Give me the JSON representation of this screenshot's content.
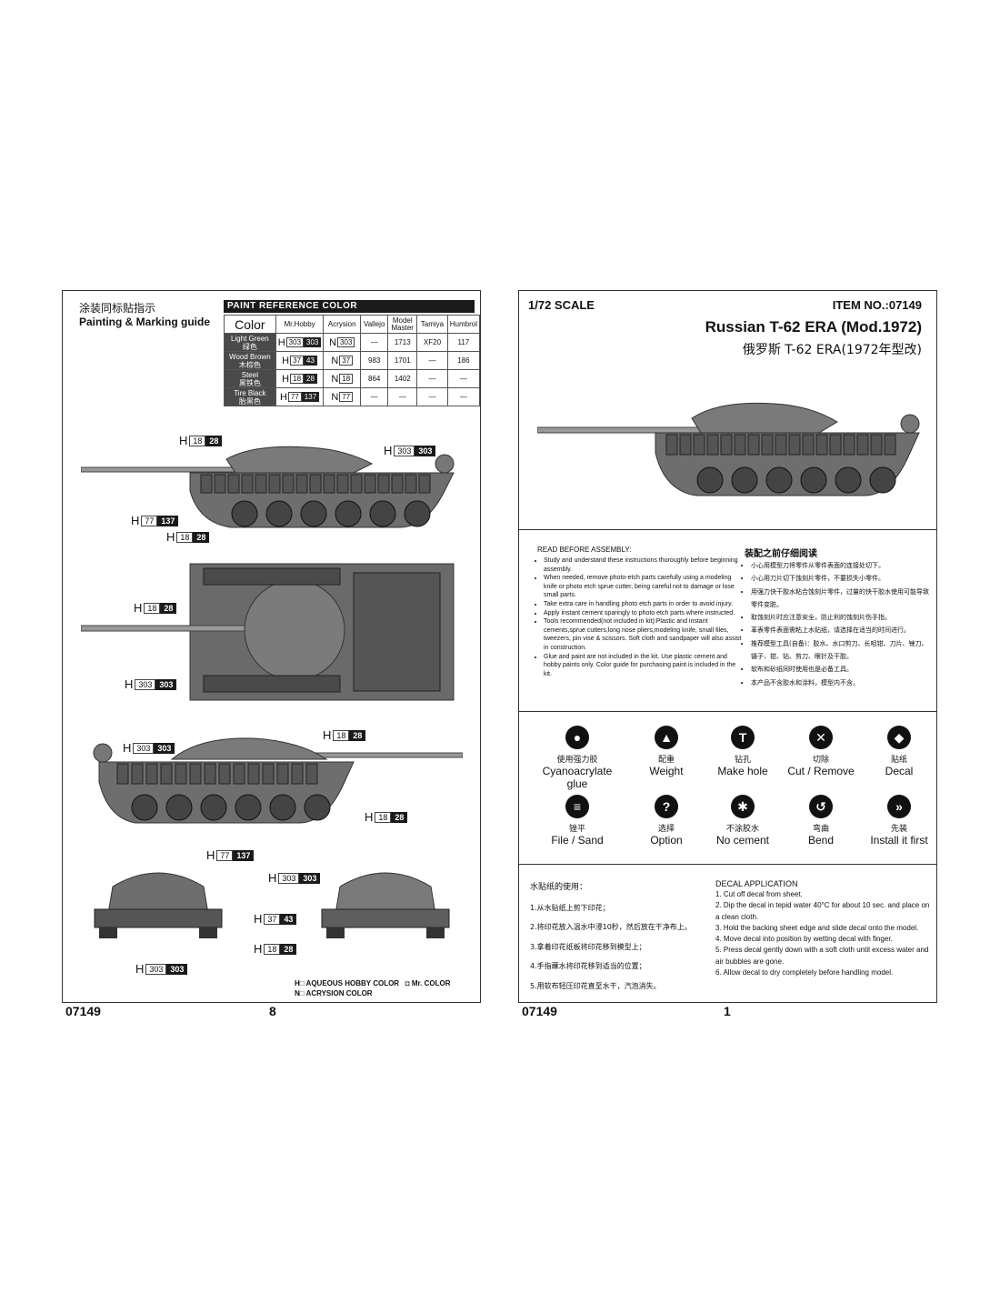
{
  "left_page": {
    "title_cn": "涂装同标贴指示",
    "title_en": "Painting & Marking guide",
    "paint_table": {
      "title": "PAINT REFERENCE COLOR",
      "headers": [
        "Color",
        "Mr.Hobby",
        "Acrysion",
        "Vallejo",
        "Model Master",
        "Tamiya",
        "Humbrol"
      ],
      "rows": [
        {
          "name_en": "Light Green",
          "name_cn": "绿色",
          "hobby_h": "303",
          "hobby_n": "303",
          "acrysion": "303",
          "vallejo": "—",
          "model_master": "1713",
          "tamiya": "XF20",
          "humbrol": "117"
        },
        {
          "name_en": "Wood Brown",
          "name_cn": "木棕色",
          "hobby_h": "37",
          "hobby_n": "43",
          "acrysion": "37",
          "vallejo": "983",
          "model_master": "1701",
          "tamiya": "—",
          "humbrol": "186"
        },
        {
          "name_en": "Steel",
          "name_cn": "黑铁色",
          "hobby_h": "18",
          "hobby_n": "28",
          "acrysion": "18",
          "vallejo": "864",
          "model_master": "1402",
          "tamiya": "—",
          "humbrol": "—"
        },
        {
          "name_en": "Tire Black",
          "name_cn": "胎黑色",
          "hobby_h": "77",
          "hobby_n": "137",
          "acrysion": "77",
          "vallejo": "—",
          "model_master": "—",
          "tamiya": "—",
          "humbrol": "—"
        }
      ]
    },
    "callouts": [
      {
        "a": "18",
        "b": "28"
      },
      {
        "a": "303",
        "b": "303"
      },
      {
        "a": "77",
        "b": "137"
      },
      {
        "a": "18",
        "b": "28"
      },
      {
        "a": "18",
        "b": "28"
      },
      {
        "a": "303",
        "b": "303"
      },
      {
        "a": "18",
        "b": "28"
      },
      {
        "a": "303",
        "b": "303"
      },
      {
        "a": "18",
        "b": "28"
      },
      {
        "a": "77",
        "b": "137"
      },
      {
        "a": "303",
        "b": "303"
      },
      {
        "a": "37",
        "b": "43"
      },
      {
        "a": "18",
        "b": "28"
      },
      {
        "a": "303",
        "b": "303"
      }
    ],
    "legend": {
      "h_label": "AQUEOUS HOBBY COLOR",
      "n_label": "ACRYSION COLOR",
      "mr_label": "Mr. COLOR"
    },
    "footer_no": "07149",
    "footer_page": "8"
  },
  "right_page": {
    "scale": "1/72 SCALE",
    "item_no": "ITEM NO.:07149",
    "title_en": "Russian T-62 ERA (Mod.1972)",
    "title_cn": "俄罗斯 T-62 ERA(1972年型改)",
    "read_before": {
      "heading_en": "READ BEFORE ASSEMBLY:",
      "items_en": [
        "Study and understand these instructions thoroughly before beginning assembly.",
        "When needed, remove photo-etch parts carefully using a modeling knife or photo etch sprue cutter, being careful not to damage or lose small parts.",
        "Take extra care in handling photo etch parts in order to avoid injury.",
        "Apply instant cement sparingly to photo etch parts where instructed.",
        "Tools recommended(not included in kit):Plastic and instant cements,sprue cutters,long nose pliers,modeling knife, small files, tweezers, pin vise & scissors. Soft cloth and sandpaper will also assist in construction.",
        "Glue and paint are not included in the kit. Use plastic cement and hobby paints only. Color guide for purchasing paint is included in the kit."
      ],
      "heading_cn": "装配之前仔细阅读",
      "items_cn": [
        "小心用模型刀将零件从零件表面的连接处切下。",
        "小心用刀片切下蚀刻片零件，不要损失小零件。",
        "用强力快干胶水粘合蚀刻片零件，过量的快干胶水使用可能导致零件变脏。",
        "取蚀刻片时应注意安全，防止利的蚀刻片伤手指。",
        "革表零件表面需粘上水贴纸，请选择在适当的时间进行。",
        "推荐模型工具(自备)：胶水、水口剪刀、长咀钳、刀片、锉刀、镊子、钳、钻、剪刀、眼针及干胶。",
        "软布和砂纸同时使用也是必备工具。",
        "本产品不含胶水和涂料，模型内不含。"
      ]
    },
    "symbols": [
      {
        "cn": "使用强力胶",
        "en": "Cyanoacrylate glue",
        "icon": "glue-icon",
        "glyph": "●"
      },
      {
        "cn": "配重",
        "en": "Weight",
        "icon": "weight-icon",
        "glyph": "▲"
      },
      {
        "cn": "钻孔",
        "en": "Make hole",
        "icon": "drill-icon",
        "glyph": "T"
      },
      {
        "cn": "切除",
        "en": "Cut / Remove",
        "icon": "cut-icon",
        "glyph": "✕"
      },
      {
        "cn": "贴纸",
        "en": "Decal",
        "icon": "decal-icon",
        "glyph": "◆"
      },
      {
        "cn": "锉平",
        "en": "File / Sand",
        "icon": "file-icon",
        "glyph": "≡"
      },
      {
        "cn": "选择",
        "en": "Option",
        "icon": "option-icon",
        "glyph": "?"
      },
      {
        "cn": "不涂胶水",
        "en": "No cement",
        "icon": "no-cement-icon",
        "glyph": "✱"
      },
      {
        "cn": "弯曲",
        "en": "Bend",
        "icon": "bend-icon",
        "glyph": "↺"
      },
      {
        "cn": "先装",
        "en": "Install it first",
        "icon": "install-first-icon",
        "glyph": "»"
      }
    ],
    "decal_cn": {
      "heading": "水贴纸的使用：",
      "items": [
        "1.从水贴纸上剪下印花；",
        "2.将印花放入温水中浸10秒，然后放在干净布上。",
        "3.拿着印花纸板将印花移到模型上；",
        "4.手指蘸水将印花移到适当的位置；",
        "5.用软布轻压印花直至水干，汽泡消失。"
      ]
    },
    "decal_en": {
      "heading": "DECAL APPLICATION",
      "items": [
        "1. Cut off decal from sheet.",
        "2. Dip the decal in tepid water 40°C for about 10 sec. and place on a clean cloth.",
        "3. Hold the backing sheet edge and slide decal onto the model.",
        "4. Move decal into position by wetting decal with finger.",
        "5. Press decal gently down with a soft cloth until excess water and air bubbles are gone.",
        "6. Allow decal to dry completely before handling model."
      ]
    },
    "footer_no": "07149",
    "footer_page": "1"
  }
}
